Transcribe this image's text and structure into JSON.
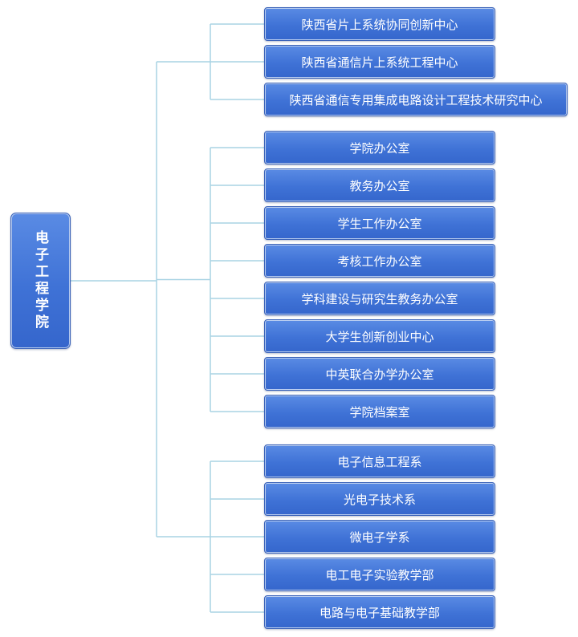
{
  "root": {
    "label": "电子工程学院"
  },
  "groups": [
    {
      "items": [
        "陕西省片上系统协同创新中心",
        "陕西省通信片上系统工程中心",
        "陕西省通信专用集成电路设计工程技术研究中心"
      ]
    },
    {
      "items": [
        "学院办公室",
        "教务办公室",
        "学生工作办公室",
        "考核工作办公室",
        "学科建设与研究生教务办公室",
        "大学生创新创业中心",
        "中英联合办学办公室",
        "学院档案室"
      ]
    },
    {
      "items": [
        "电子信息工程系",
        "光电子技术系",
        "微电子学系",
        "电工电子实验教学部",
        "电路与电子基础教学部"
      ]
    }
  ],
  "colors": {
    "node_fill": "#4577d9",
    "connector": "#a9d3e4",
    "text": "#ffffff"
  }
}
